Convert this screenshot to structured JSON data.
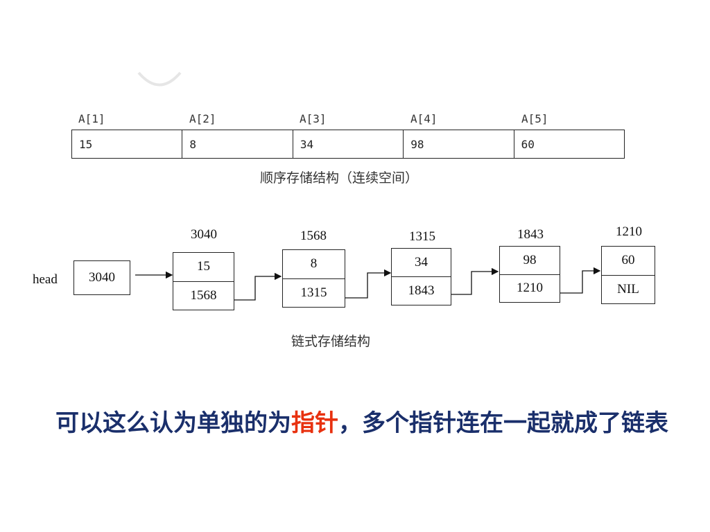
{
  "sequential": {
    "indices": [
      "A[1]",
      "A[2]",
      "A[3]",
      "A[4]",
      "A[5]"
    ],
    "values": [
      "15",
      "8",
      "34",
      "98",
      "60"
    ],
    "caption": "顺序存储结构（连续空间）"
  },
  "linked": {
    "head_label": "head",
    "head_value": "3040",
    "nodes": [
      {
        "address": "3040",
        "data": "15",
        "next": "1568"
      },
      {
        "address": "1568",
        "data": "8",
        "next": "1315"
      },
      {
        "address": "1315",
        "data": "34",
        "next": "1843"
      },
      {
        "address": "1843",
        "data": "98",
        "next": "1210"
      },
      {
        "address": "1210",
        "data": "60",
        "next": "NIL"
      }
    ],
    "caption": "链式存储结构"
  },
  "summary": {
    "before": "可以这么认为单独的为",
    "highlight": "指针",
    "after": "，多个指针连在一起就成了链表"
  },
  "colors": {
    "summary_text": "#1a2f6b",
    "highlight": "#e8310f"
  }
}
